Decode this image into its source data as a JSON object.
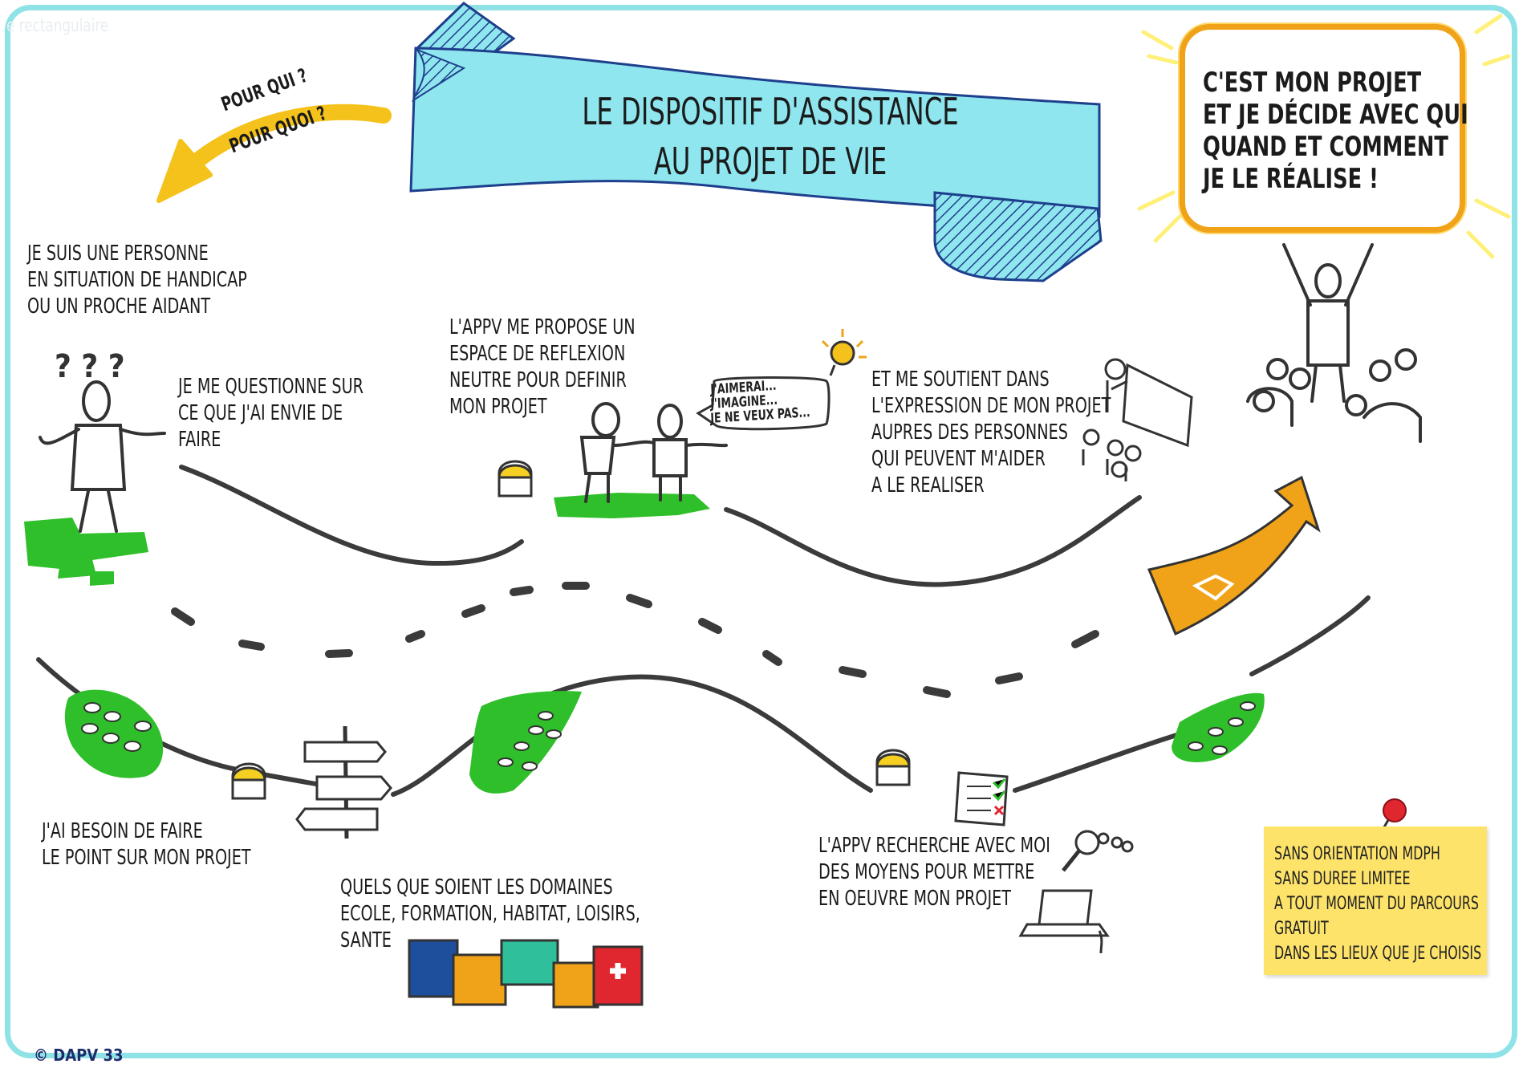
{
  "window": {
    "tab_label": "e rectangulaire"
  },
  "banner": {
    "line1": "LE DISPOSITIF D'ASSISTANCE",
    "line2": "AU PROJET DE VIE"
  },
  "yellow_arrow": {
    "label1": "POUR QUI ?",
    "label2": "POUR QUOI ?"
  },
  "quote": {
    "line1": "C'EST MON PROJET",
    "line2": "ET JE DÉCIDE AVEC QUI",
    "line3": "QUAND ET COMMENT",
    "line4": "JE LE RÉALISE !"
  },
  "steps": {
    "person": "JE SUIS UNE PERSONNE\nEN SITUATION DE HANDICAP\nOU UN PROCHE AIDANT",
    "question": "JE ME QUESTIONNE SUR\nCE QUE J'AI ENVIE DE\nFAIRE",
    "space": "L'APPV ME PROPOSE UN\nESPACE DE REFLEXION\nNEUTRE POUR DEFINIR\nMON PROJET",
    "support": "ET ME SOUTIENT DANS\nL'EXPRESSION DE MON PROJET\nAUPRES DES PERSONNES\nQUI PEUVENT M'AIDER\nA LE REALISER",
    "review": "J'AI BESOIN DE FAIRE\n LE POINT SUR MON PROJET",
    "domains": "QUELS QUE SOIENT LES DOMAINES\nECOLE, FORMATION, HABITAT, LOISIRS,\nSANTE",
    "means": "L'APPV RECHERCHE AVEC MOI\nDES MOYENS POUR METTRE\nEN OEUVRE MON PROJET"
  },
  "speech_bubble": {
    "line1": "J'AIMERAI...",
    "line2": "J'IMAGINE...",
    "line3": "JE NE VEUX PAS..."
  },
  "sticky_note": {
    "items": [
      "SANS ORIENTATION MDPH",
      "SANS DUREE LIMITEE",
      "A TOUT MOMENT DU PARCOURS",
      "GRATUIT",
      "DANS LES LIEUX QUE JE CHOISIS"
    ]
  },
  "copyright": "© DAPV 33",
  "colors": {
    "frame": "#8fe3e6",
    "banner": "#8fe6ee",
    "accent_orange": "#f0a318",
    "arrow_yellow": "#f5c21b",
    "grass_green": "#2fbf2a",
    "note_yellow": "#fde36a",
    "pin_red": "#e0262f"
  }
}
